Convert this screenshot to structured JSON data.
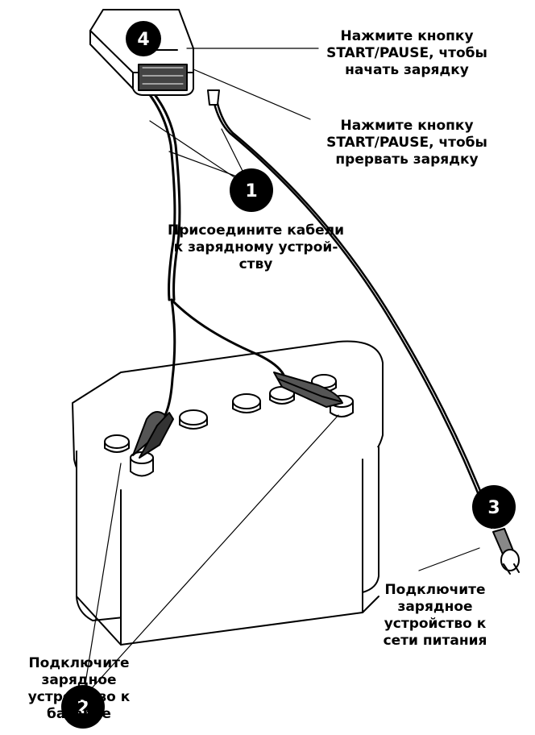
{
  "labels": {
    "start": [
      "Нажмите кнопку",
      "START/PAUSE, чтобы",
      "начать зарядку"
    ],
    "pause": [
      "Нажмите кнопку",
      "START/PAUSE, чтобы",
      "прервать зарядку"
    ],
    "connect_cables": [
      "Присоедините кабели",
      "к зарядному устрой-",
      "ству"
    ],
    "connect_battery": [
      "Подключите",
      "зарядное",
      "устройство к",
      "батарее"
    ],
    "connect_mains": [
      "Подключите",
      "зарядное",
      "устройство к",
      "сети питания"
    ]
  },
  "badges": {
    "b1": "1",
    "b2": "2",
    "b3": "3",
    "b4": "4"
  }
}
